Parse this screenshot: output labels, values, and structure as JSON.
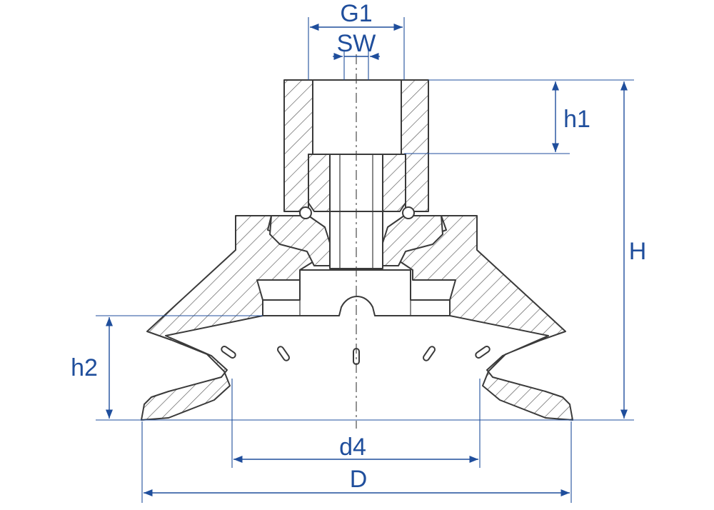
{
  "dimensions": {
    "g1": "G1",
    "sw": "SW",
    "h1": "h1",
    "h": "H",
    "h2": "h2",
    "d4": "d4",
    "d": "D"
  },
  "colors": {
    "dimension": "#1f4e9c",
    "outline": "#3a3a3a"
  }
}
